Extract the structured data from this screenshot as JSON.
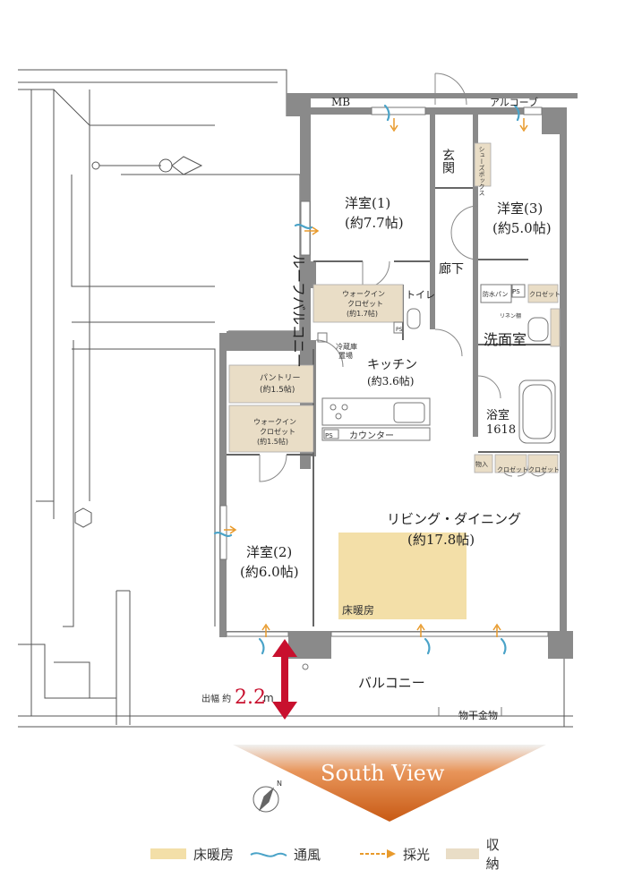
{
  "plan": {
    "mb": "MB",
    "alcove": "アルコーブ",
    "roof_balcony": "ルーフバルコニー",
    "entrance": "玄関",
    "shoes_box": "シューズボックス",
    "hallway": "廊下",
    "toilet": "トイレ",
    "ps": "PS",
    "rooms": {
      "room1_name": "洋室(1)",
      "room1_size": "(約7.7帖)",
      "room2_name": "洋室(2)",
      "room2_size": "(約6.0帖)",
      "room3_name": "洋室(3)",
      "room3_size": "(約5.0帖)",
      "kitchen_name": "キッチン",
      "kitchen_size": "(約3.6帖)",
      "living_name": "リビング・ダイニング",
      "living_size": "(約17.8帖)",
      "washroom": "洗面室",
      "bath_name": "浴室",
      "bath_size": "1618"
    },
    "storage": {
      "wic1_a": "ウォークイン",
      "wic1_b": "クロゼット",
      "wic1_c": "(約1.7帖)",
      "pantry_a": "パントリー",
      "pantry_b": "(約1.5帖)",
      "wic2_a": "ウォークイン",
      "wic2_b": "クロゼット",
      "wic2_c": "(約1.5帖)",
      "closet": "クロゼット",
      "waterproof_pan": "防水パン",
      "linen": "リネン棚",
      "storage_in": "物入",
      "fridge_a": "冷蔵庫",
      "fridge_b": "置場"
    },
    "counter": "カウンター",
    "floor_heating": "床暖房",
    "balcony": "バルコニー",
    "drying_rack": "物干金物",
    "depth_prefix": "出幅 約",
    "depth_value": "2.2",
    "depth_unit": "m",
    "south_view": "South View",
    "compass": "N"
  },
  "legend": {
    "floor_heating": "床暖房",
    "ventilation": "通風",
    "daylight": "採光",
    "storage": "収納"
  },
  "colors": {
    "wall": "#7a7a7a",
    "floor_heating": "#f3dfa8",
    "storage": "#e9ddc6",
    "ventilation": "#4aa3c8",
    "daylight": "#e89a2c",
    "depth_arrow": "#c8102e",
    "south_banner": "#d66a1e"
  }
}
